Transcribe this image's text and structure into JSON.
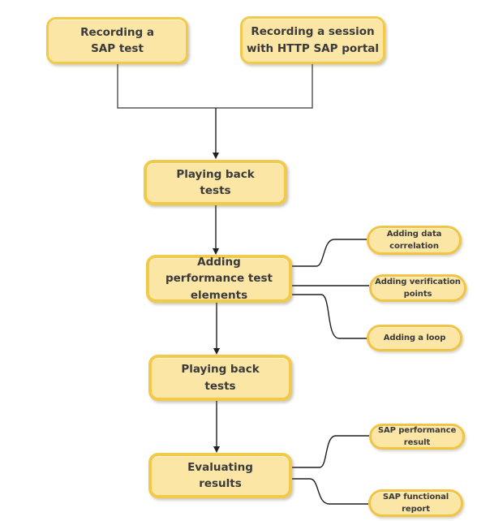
{
  "nodes": {
    "recording_sap_test": {
      "lines": [
        "Recording a",
        "SAP test"
      ]
    },
    "recording_session": {
      "lines": [
        "Recording a session",
        "with HTTP SAP portal"
      ]
    },
    "playing_back_1": {
      "lines": [
        "Playing back",
        "tests"
      ]
    },
    "adding_elements": {
      "lines": [
        "Adding",
        "performance test",
        "elements"
      ]
    },
    "playing_back_2": {
      "lines": [
        "Playing back",
        "tests"
      ]
    },
    "evaluating_results": {
      "lines": [
        "Evaluating",
        "results"
      ]
    }
  },
  "callouts": {
    "adding_data_correlation": {
      "lines": [
        "Adding data",
        "correlation"
      ]
    },
    "adding_verification_points": {
      "lines": [
        "Adding verification",
        "points"
      ]
    },
    "adding_a_loop": {
      "lines": [
        "Adding a loop"
      ]
    },
    "sap_performance_result": {
      "lines": [
        "SAP performance",
        "result"
      ]
    },
    "sap_functional_report": {
      "lines": [
        "SAP functional",
        "report"
      ]
    }
  },
  "colors": {
    "node_fill": "#FBE6A6",
    "node_border": "#F3C94A",
    "callout_border": "#F0C545",
    "text": "#3A3A3A",
    "connector_gray": "#595959",
    "connector_black": "#1F1F1F",
    "background": "#FFFFFF"
  }
}
